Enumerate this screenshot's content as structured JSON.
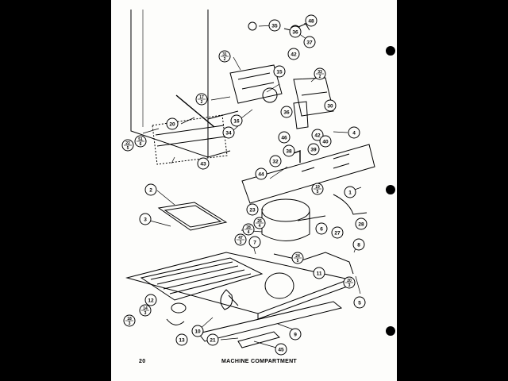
{
  "page_number": "20",
  "caption": "MACHINE COMPARTMENT",
  "callouts": [
    {
      "id": "c1",
      "top": "35",
      "bottom": ""
    },
    {
      "id": "c2",
      "top": "36",
      "bottom": ""
    },
    {
      "id": "c3",
      "top": "48",
      "bottom": ""
    },
    {
      "id": "c4",
      "top": "37",
      "bottom": ""
    },
    {
      "id": "c5",
      "top": "42",
      "bottom": ""
    },
    {
      "id": "c6",
      "top": "31",
      "bottom": "2"
    },
    {
      "id": "c7",
      "top": "15",
      "bottom": ""
    },
    {
      "id": "c8",
      "top": "33",
      "bottom": "2"
    },
    {
      "id": "c9",
      "top": "17",
      "bottom": "2"
    },
    {
      "id": "c10",
      "top": "30",
      "bottom": ""
    },
    {
      "id": "c11",
      "top": "36",
      "bottom": ""
    },
    {
      "id": "c12",
      "top": "16",
      "bottom": ""
    },
    {
      "id": "c13",
      "top": "20",
      "bottom": ""
    },
    {
      "id": "c14",
      "top": "34",
      "bottom": ""
    },
    {
      "id": "c15",
      "top": "42",
      "bottom": ""
    },
    {
      "id": "c16",
      "top": "40",
      "bottom": ""
    },
    {
      "id": "c17",
      "top": "4",
      "bottom": ""
    },
    {
      "id": "c18",
      "top": "46",
      "bottom": ""
    },
    {
      "id": "c19",
      "top": "22",
      "bottom": "5"
    },
    {
      "id": "c20",
      "top": "51",
      "bottom": "6"
    },
    {
      "id": "c21",
      "top": "39",
      "bottom": ""
    },
    {
      "id": "c22",
      "top": "38",
      "bottom": ""
    },
    {
      "id": "c23",
      "top": "32",
      "bottom": ""
    },
    {
      "id": "c24",
      "top": "43",
      "bottom": ""
    },
    {
      "id": "c25",
      "top": "44",
      "bottom": ""
    },
    {
      "id": "c26",
      "top": "19",
      "bottom": "5"
    },
    {
      "id": "c27",
      "top": "1",
      "bottom": ""
    },
    {
      "id": "c28",
      "top": "2",
      "bottom": ""
    },
    {
      "id": "c29",
      "top": "3",
      "bottom": ""
    },
    {
      "id": "c30",
      "top": "23",
      "bottom": ""
    },
    {
      "id": "c31",
      "top": "26",
      "bottom": "4"
    },
    {
      "id": "c32",
      "top": "28",
      "bottom": "4"
    },
    {
      "id": "c33",
      "top": "28",
      "bottom": ""
    },
    {
      "id": "c34",
      "top": "6",
      "bottom": ""
    },
    {
      "id": "c35",
      "top": "27",
      "bottom": ""
    },
    {
      "id": "c36",
      "top": "8",
      "bottom": ""
    },
    {
      "id": "c37",
      "top": "47",
      "bottom": "3"
    },
    {
      "id": "c38",
      "top": "7",
      "bottom": ""
    },
    {
      "id": "c39",
      "top": "24",
      "bottom": "5"
    },
    {
      "id": "c40",
      "top": "11",
      "bottom": ""
    },
    {
      "id": "c41",
      "top": "20",
      "bottom": "3"
    },
    {
      "id": "c42",
      "top": "5",
      "bottom": ""
    },
    {
      "id": "c43",
      "top": "12",
      "bottom": ""
    },
    {
      "id": "c44",
      "top": "14",
      "bottom": "3"
    },
    {
      "id": "c45",
      "top": "18",
      "bottom": "3"
    },
    {
      "id": "c46",
      "top": "13",
      "bottom": ""
    },
    {
      "id": "c47",
      "top": "10",
      "bottom": ""
    },
    {
      "id": "c48",
      "top": "9",
      "bottom": ""
    },
    {
      "id": "c49",
      "top": "21",
      "bottom": ""
    },
    {
      "id": "c50",
      "top": "45",
      "bottom": ""
    }
  ]
}
